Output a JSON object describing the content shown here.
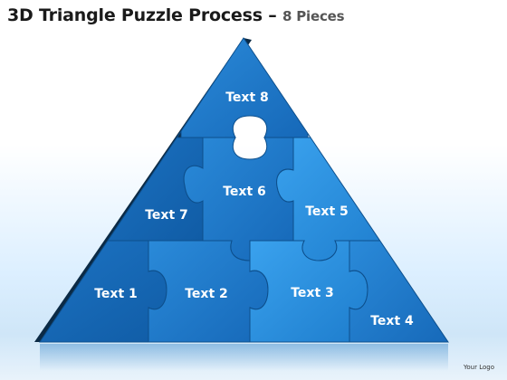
{
  "title": {
    "main": "3D Triangle Puzzle Process",
    "dash": "–",
    "sub": "8 Pieces"
  },
  "pieces": [
    {
      "label": "Text 1"
    },
    {
      "label": "Text 2"
    },
    {
      "label": "Text 3"
    },
    {
      "label": "Text 4"
    },
    {
      "label": "Text 5"
    },
    {
      "label": "Text 6"
    },
    {
      "label": "Text 7"
    },
    {
      "label": "Text 8"
    }
  ],
  "footer": {
    "logo_text": "Your Logo"
  },
  "colors": {
    "piece_dark": "#1565b0",
    "piece_mid": "#1f7fd0",
    "piece_light": "#2f95e3",
    "side_face": "#0b2a45",
    "seam": "#0d4f8c"
  }
}
